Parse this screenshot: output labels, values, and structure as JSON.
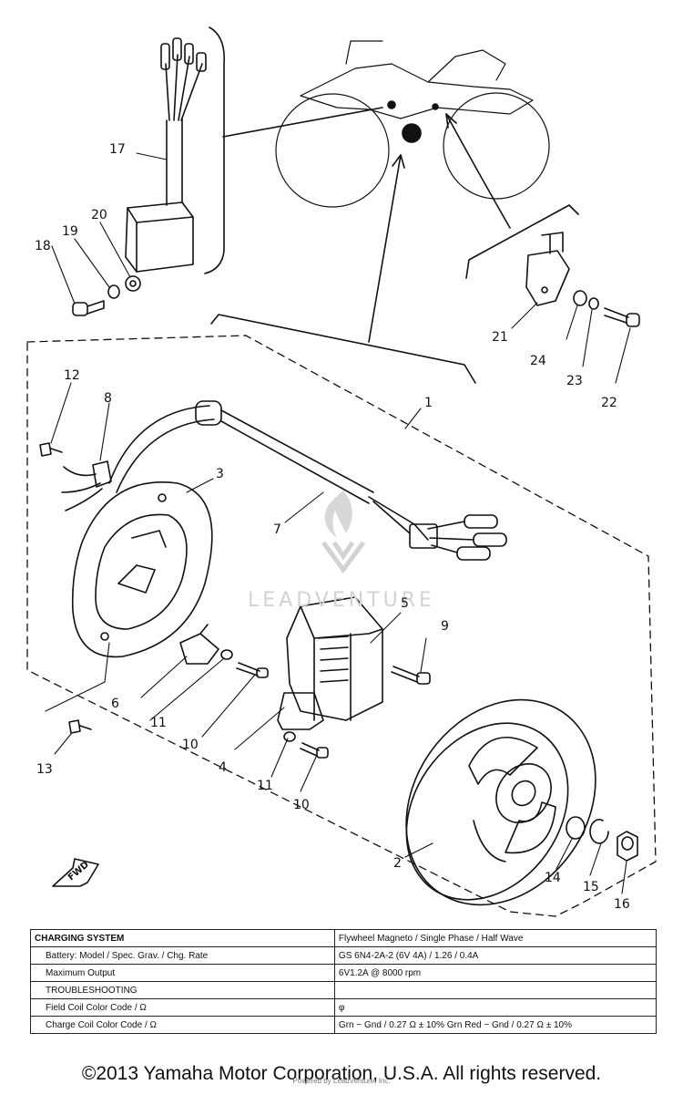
{
  "callouts": {
    "c1": "1",
    "c2": "2",
    "c3": "3",
    "c4": "4",
    "c5": "5",
    "c6": "6",
    "c7": "7",
    "c8": "8",
    "c9": "9",
    "c10a": "10",
    "c10b": "10",
    "c11a": "11",
    "c11b": "11",
    "c12": "12",
    "c13": "13",
    "c14": "14",
    "c15": "15",
    "c16": "16",
    "c17": "17",
    "c18": "18",
    "c19": "19",
    "c20": "20",
    "c21": "21",
    "c22": "22",
    "c23": "23",
    "c24": "24"
  },
  "watermark": "LEADVENTURE",
  "fwd_marker": "FWD",
  "spec_table": {
    "rows": [
      {
        "label": "CHARGING SYSTEM",
        "value": "Flywheel Magneto / Single Phase / Half Wave"
      },
      {
        "label": "Battery: Model / Spec. Grav. / Chg. Rate",
        "value": "GS 6N4-2A-2 (6V 4A) / 1.26 / 0.4A"
      },
      {
        "label": "Maximum Output",
        "value": "6V1.2A @ 8000 rpm"
      },
      {
        "label": "TROUBLESHOOTING",
        "value": ""
      },
      {
        "label": "Field Coil Color Code / Ω",
        "value": "φ"
      },
      {
        "label": "Charge Coil Color Code / Ω",
        "value": "Grn ~ Gnd / 0.27 Ω ± 10%   Grn Red ~ Gnd / 0.27 Ω ± 10%"
      }
    ]
  },
  "copyright": "©2013 Yamaha Motor Corporation, U.S.A. All rights reserved.",
  "copyright_sub": "Powered by LeadVenture, Inc."
}
